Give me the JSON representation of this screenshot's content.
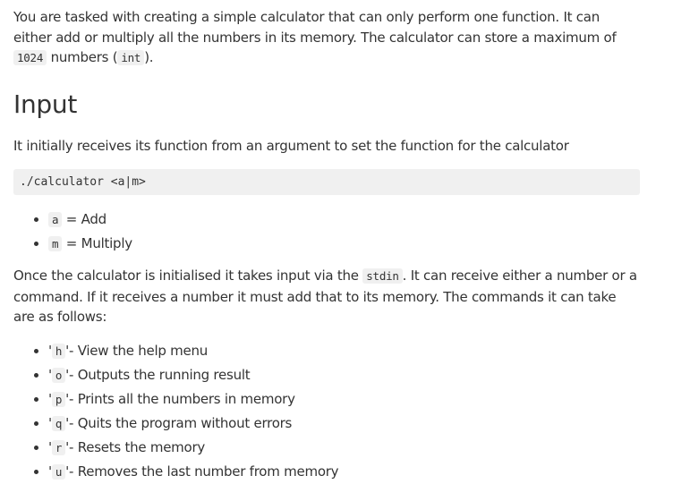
{
  "intro": {
    "text_before_1024": "You are tasked with creating a simple calculator that can only perform one function. It can either add or multiply all the numbers in its memory. The calculator can store a maximum of ",
    "code_1024": "1024",
    "text_numbers": " numbers (",
    "code_int": "int",
    "text_end": ")."
  },
  "input_section": {
    "heading": "Input",
    "description": "It initially receives its function from an argument to set the function for the calculator",
    "code_block": "./calculator <a|m>",
    "functions": [
      {
        "code": "a",
        "label": " = Add"
      },
      {
        "code": "m",
        "label": " = Multiply"
      }
    ],
    "stdin_text_before": "Once the calculator is initialised it takes input via the ",
    "stdin_code": "stdin",
    "stdin_text_after": ". It can receive either a number or a command. If it receives a number it must add that to its memory. The commands it can take are as follows:",
    "commands": [
      {
        "code": "h",
        "description": "- View the help menu"
      },
      {
        "code": "o",
        "description": "- Outputs the running result"
      },
      {
        "code": "p",
        "description": "- Prints all the numbers in memory"
      },
      {
        "code": "q",
        "description": "- Quits the program without errors"
      },
      {
        "code": "r",
        "description": "- Resets the memory"
      },
      {
        "code": "u",
        "description": "- Removes the last number from memory"
      }
    ]
  }
}
